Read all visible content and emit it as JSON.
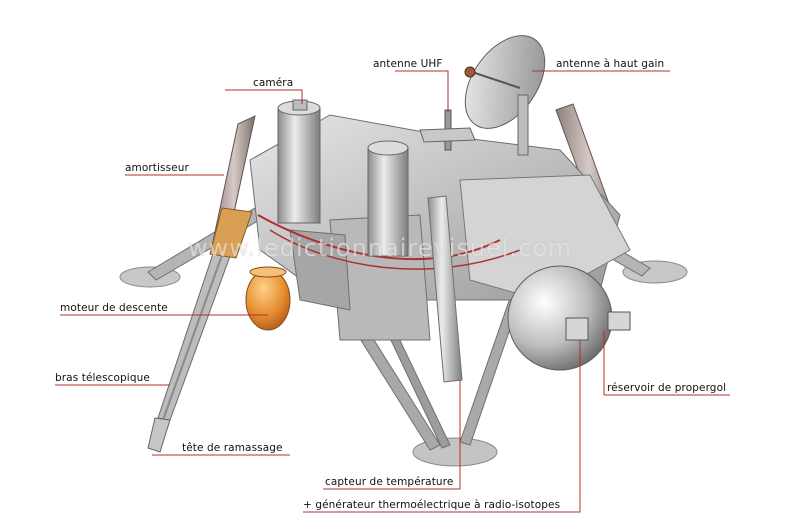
{
  "watermark": "www.ledictionnairevisuel.com",
  "colors": {
    "leader": "#b03030",
    "hull": "#cfcfcf",
    "hull_dark": "#8e8e8e",
    "strut": "#b9a8a4",
    "engine": "#e58a2c"
  },
  "labels": {
    "camera": "caméra",
    "antenne_uhf": "antenne UHF",
    "antenne_haut_gain": "antenne à haut gain",
    "amortisseur": "amortisseur",
    "moteur_descente": "moteur de descente",
    "bras_telescopique": "bras télescopique",
    "tete_ramassage": "tête de ramassage",
    "capteur_temperature": "capteur de température",
    "generateur": "+ générateur thermoélectrique à radio-isotopes",
    "reservoir": "réservoir de propergol"
  }
}
